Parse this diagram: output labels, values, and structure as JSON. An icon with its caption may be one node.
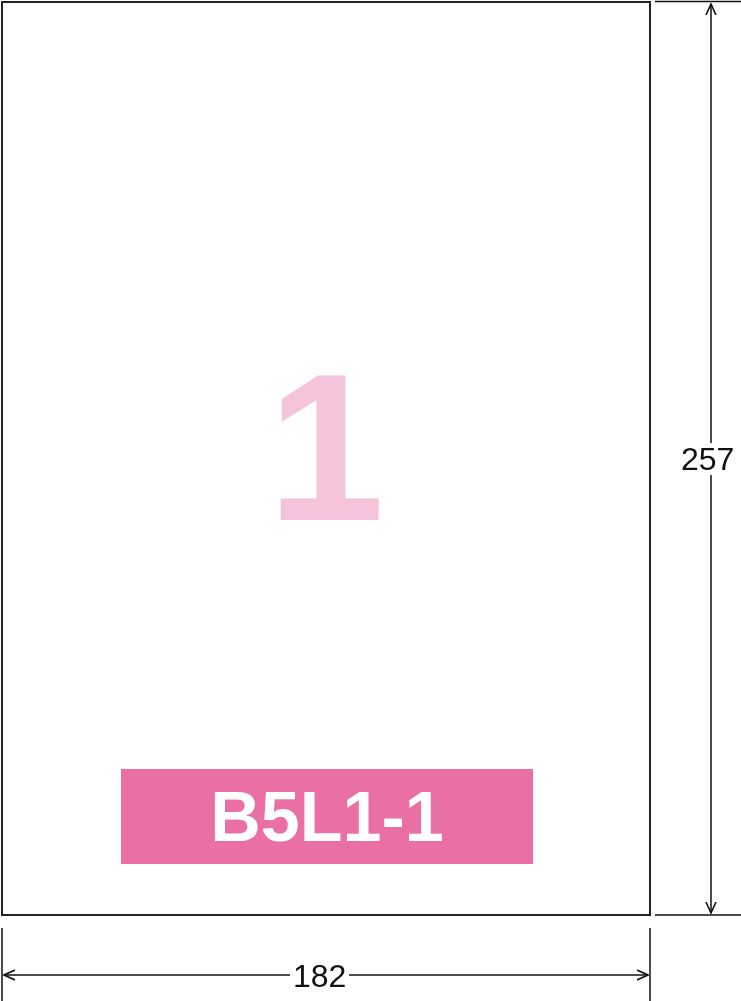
{
  "diagram": {
    "nodes": [
      {
        "text": [
          "1"
        ]
      },
      {
        "text": [
          "B5L1-1"
        ],
        "in": 0
      }
    ],
    "labels": [
      "257",
      "182"
    ]
  }
}
